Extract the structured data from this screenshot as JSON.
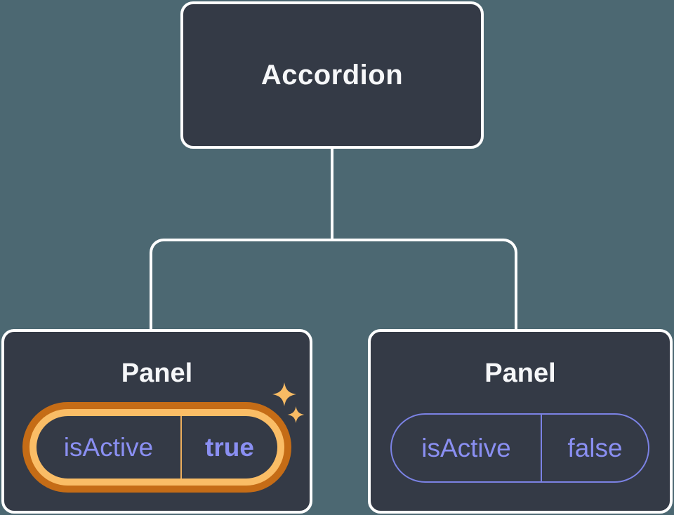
{
  "diagram": {
    "root_node": {
      "label": "Accordion"
    },
    "panels": [
      {
        "label": "Panel",
        "prop_name": "isActive",
        "prop_value": "true",
        "highlighted": true
      },
      {
        "label": "Panel",
        "prop_name": "isActive",
        "prop_value": "false",
        "highlighted": false
      }
    ],
    "colors": {
      "background": "#4C6872",
      "node_fill": "#343A46",
      "node_border": "#FFFFFF",
      "connector": "#FFFFFF",
      "node_text": "#F6F7F9",
      "prop_text": "#8A8FF2",
      "prop_outline": "#7B82E4",
      "highlight_ring_outer": "#C56C16",
      "highlight_ring_inner": "#FABD66",
      "highlight_divider": "#EDAE5C",
      "sparkle": "#F8BB64"
    }
  }
}
